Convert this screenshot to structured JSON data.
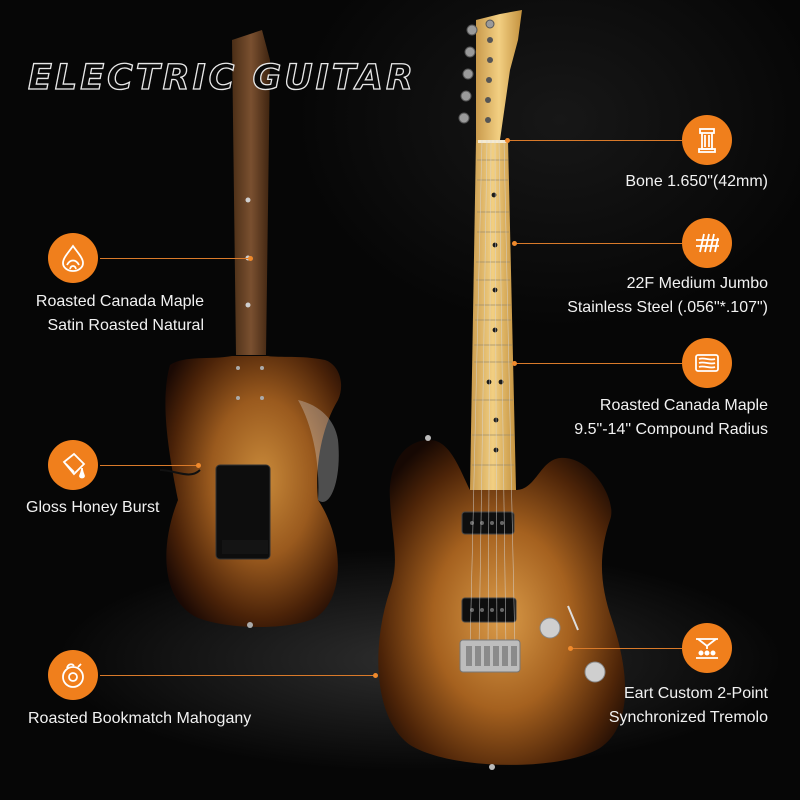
{
  "title": "ELECTRIC GUITAR",
  "colors": {
    "accent": "#f07f1c",
    "background": "#060606",
    "label_text": "#f2f2f2"
  },
  "features_left": [
    {
      "icon": "wood-drop-icon",
      "lines": [
        "Roasted Canada Maple",
        "Satin Roasted Natural"
      ]
    },
    {
      "icon": "paint-bucket-icon",
      "lines": [
        "Gloss Honey Burst"
      ]
    },
    {
      "icon": "wood-log-icon",
      "lines": [
        "Roasted Bookmatch Mahogany"
      ]
    }
  ],
  "features_right": [
    {
      "icon": "nut-icon",
      "lines": [
        "Bone 1.650\"(42mm)"
      ]
    },
    {
      "icon": "frets-icon",
      "lines": [
        "22F Medium Jumbo",
        "Stainless Steel (.056\"*.107\")"
      ]
    },
    {
      "icon": "fretboard-icon",
      "lines": [
        "Roasted Canada Maple",
        "9.5\"-14\" Compound Radius"
      ]
    },
    {
      "icon": "tremolo-icon",
      "lines": [
        "Eart Custom 2-Point",
        "Synchronized Tremolo"
      ]
    }
  ]
}
